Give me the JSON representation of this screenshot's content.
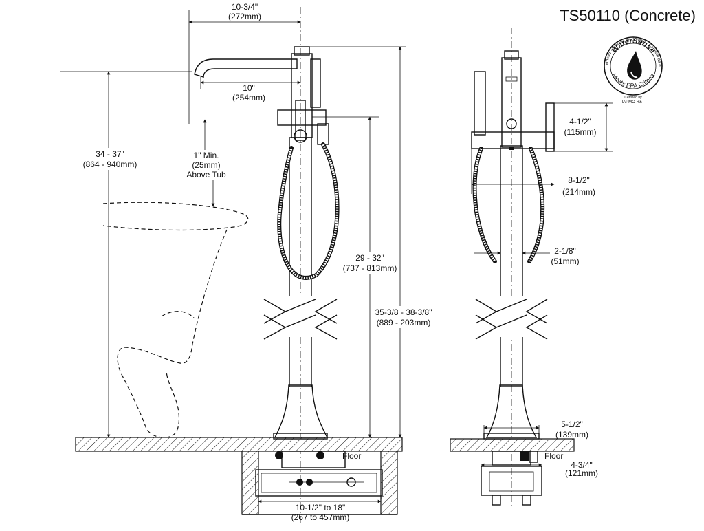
{
  "title": "TS50110 (Concrete)",
  "watersense": {
    "brand": "WaterSense",
    "arc_text": "Showerhead · Pomme de douche · Cabezal de ducha",
    "bottom_text": "Meets EPA Criteria",
    "certified_line1": "Certified by",
    "certified_line2": "IAPMO R&T",
    "icon": "water-drop-icon"
  },
  "side_view": {
    "dims": {
      "spout_reach_in": "10-3/4\"",
      "spout_reach_mm": "(272mm)",
      "spout_to_center_in": "10\"",
      "spout_to_center_mm": "(254mm)",
      "spout_height_in": "34 - 37\"",
      "spout_height_mm": "(864 - 940mm)",
      "above_tub_1": "1\" Min.",
      "above_tub_2": "(25mm)",
      "above_tub_3": "Above Tub",
      "handle_height_in": "29 - 32\"",
      "handle_height_mm": "(737 - 813mm)",
      "overall_height_in": "35-3/8 - 38-3/8\"",
      "overall_height_mm": "(889 - 203mm)",
      "floor_label": "Floor",
      "rough_width_in": "10-1/2\" to 18\"",
      "rough_width_mm": "(267 to 457mm)"
    }
  },
  "front_view": {
    "dims": {
      "handle_span_in": "4-1/2\"",
      "handle_span_mm": "(115mm)",
      "width_in": "8-1/2\"",
      "width_mm": "(214mm)",
      "column_in": "2-1/8\"",
      "column_mm": "(51mm)",
      "base_in": "5-1/2\"",
      "base_mm": "(139mm)",
      "floor_label": "Floor",
      "rough_depth_in": "4-3/4\"",
      "rough_depth_mm": "(121mm)"
    }
  }
}
